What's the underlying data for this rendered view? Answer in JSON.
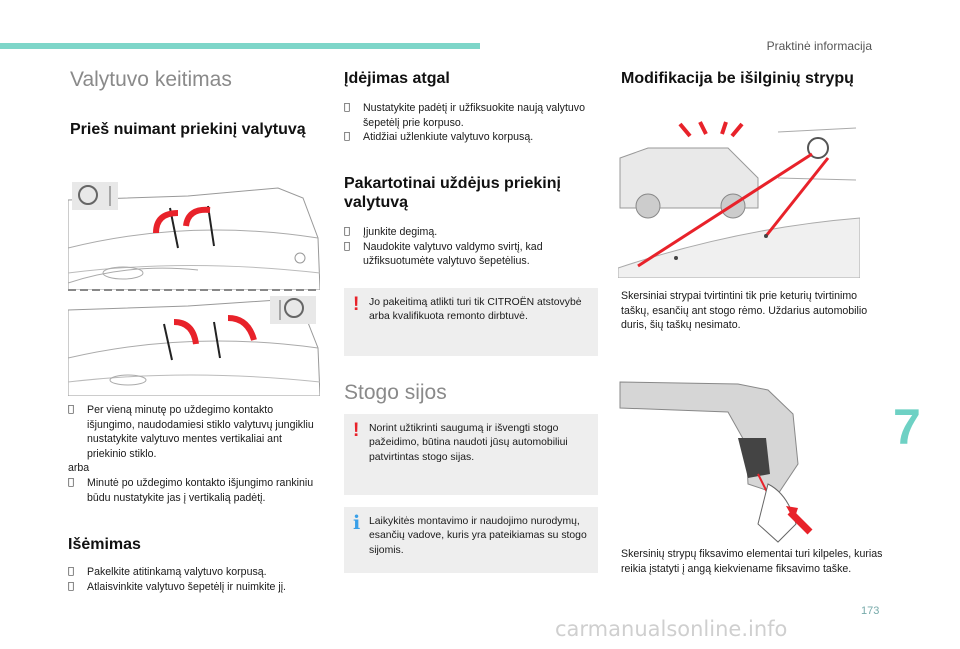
{
  "header": {
    "section": "Praktinė informacija"
  },
  "page_title": "Valytuvo keitimas",
  "col1": {
    "heading": "Prieš nuimant priekinį valytuvą",
    "items": [
      {
        "marker": "",
        "text": "Per vieną minutę po uždegimo kontakto išjungimo, naudodamiesi stiklo valytuvų jungikliu nustatykite valytuvo mentes vertikaliai ant priekinio stiklo."
      },
      {
        "marker": "",
        "text": "arba"
      },
      {
        "marker": "",
        "text": "Minutė po uždegimo kontakto išjungimo rankiniu būdu nustatykite jas į vertikalią padėtį."
      }
    ],
    "removal_heading": "Išėmimas",
    "removal_items": [
      {
        "marker": "",
        "text": "Pakelkite atitinkamą valytuvo korpusą."
      },
      {
        "marker": "",
        "text": "Atlaisvinkite valytuvo šepetėlį ir nuimkite jį."
      }
    ]
  },
  "col2": {
    "heading1": "Įdėjimas atgal",
    "items1": [
      {
        "marker": "",
        "text": "Nustatykite padėtį ir užfiksuokite naują valytuvo šepetėlį prie korpuso."
      },
      {
        "marker": "",
        "text": "Atidžiai užlenkiute valytuvo korpusą."
      }
    ],
    "heading2": "Pakartotinai uždėjus priekinį valytuvą",
    "items2": [
      {
        "marker": "",
        "text": "Įjunkite degimą."
      },
      {
        "marker": "",
        "text": "Naudokite valytuvo valdymo svirtį, kad užfiksuotumėte valytuvo šepetėlius."
      }
    ],
    "warn1": "Jo pakeitimą atlikti turi tik CITROËN atstovybė arba kvalifikuota remonto dirbtuvė.",
    "heading3": "Stogo sijos",
    "warn2": "Norint užtikrinti saugumą ir išvengti stogo pažeidimo, būtina naudoti jūsų automobiliui patvirtintas stogo sijas.",
    "info": "Laikykitės montavimo ir naudojimo nurodymų, esančių vadove, kuris yra pateikiamas su stogo sijomis."
  },
  "col3": {
    "heading": "Modifikacija be išilginių strypų",
    "para1": "Skersiniai strypai tvirtintini tik prie keturių tvirtinimo taškų, esančių ant stogo rėmo. Uždarius automobilio duris, šių taškų nesimato.",
    "para2": "Skersinių strypų fiksavimo elementai turi kilpeles, kurias reikia įstatyti į angą kiekviename fiksavimo taške."
  },
  "symbols": {
    "warn": "!",
    "info": "i"
  },
  "chapter": "7",
  "page_number": "173",
  "watermark": "carmanualsonline.info",
  "colors": {
    "accent": "#7ed6c9",
    "warning": "#e8222a",
    "info": "#3aa0e8",
    "arrow": "#e8222a"
  }
}
